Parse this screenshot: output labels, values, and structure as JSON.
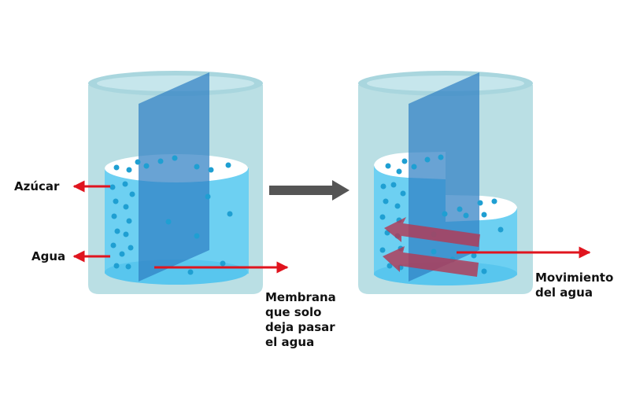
{
  "labels": {
    "sugar": "Azúcar",
    "water": "Agua",
    "membrane": [
      "Membrana",
      "que solo",
      "deja pasar",
      "el agua"
    ],
    "movement": [
      "Movimiento",
      "del agua"
    ]
  },
  "colors": {
    "beaker_glass": "#b2dbe1",
    "beaker_rim": "#a9d6de",
    "water": "#6dd0f2",
    "water_top": "#ffffff",
    "membrane": "#2f7fc4",
    "dot": "#1f9fd2",
    "pointer_arrow": "#e0141e",
    "process_arrow": "#555555",
    "flow_arrow": "#b23a56"
  },
  "icons": {
    "process": "arrow-right-icon",
    "flow": "water-flow-arrows-icon"
  }
}
